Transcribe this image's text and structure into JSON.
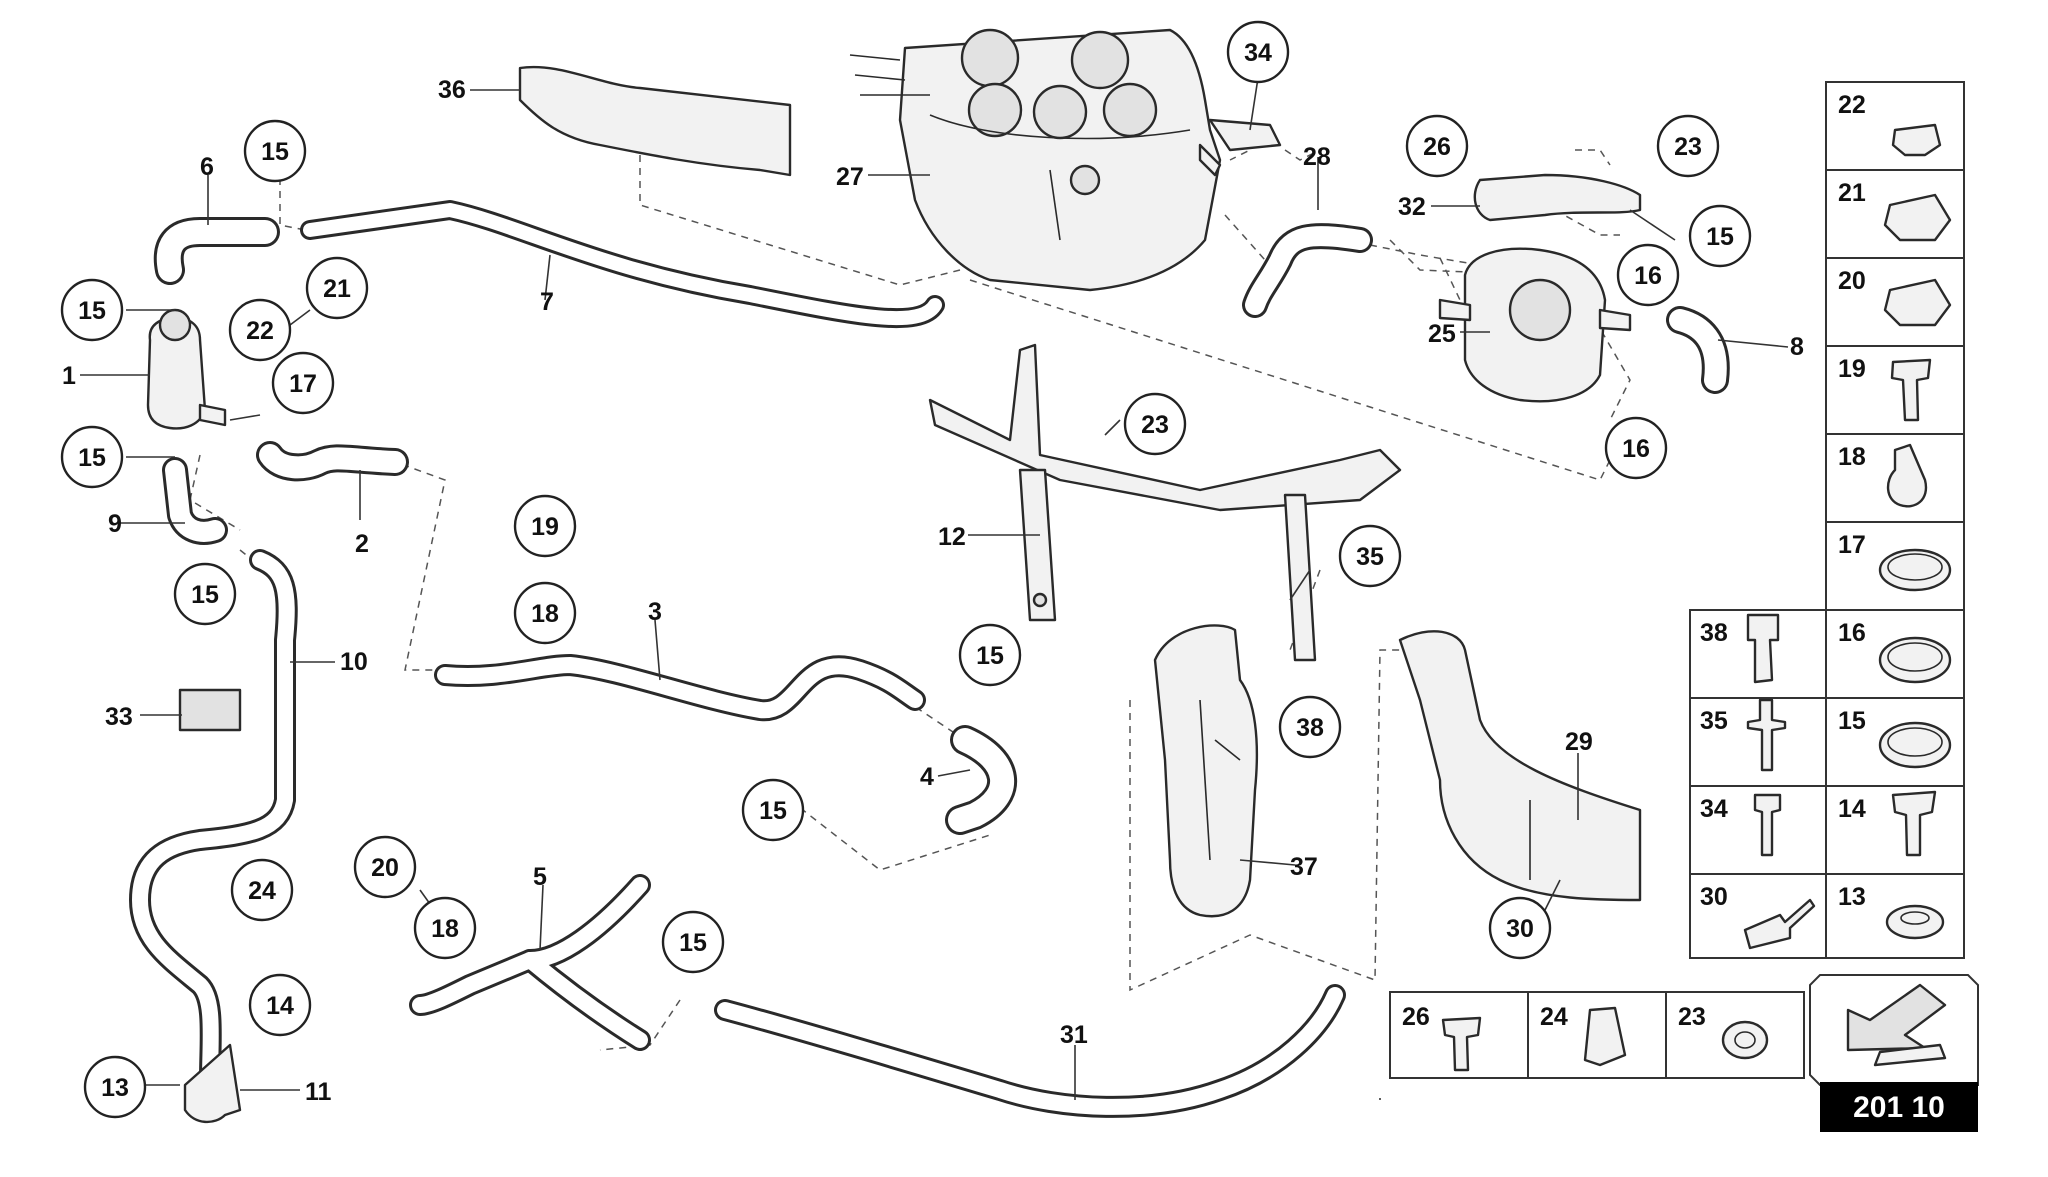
{
  "labels": {
    "l36": "36",
    "l27": "27",
    "l34": "34",
    "l28": "28",
    "l26": "26",
    "l23": "23",
    "l32": "32",
    "l15": "15",
    "l16": "16",
    "l25": "25",
    "l8": "8",
    "l6": "6",
    "l7": "7",
    "l21": "21",
    "l22": "22",
    "l1": "1",
    "l17": "17",
    "l2": "2",
    "l9": "9",
    "l10": "10",
    "l33": "33",
    "l24": "24",
    "l14": "14",
    "l13": "13",
    "l11": "11",
    "l12": "12",
    "l3": "3",
    "l19": "19",
    "l18": "18",
    "l4": "4",
    "l5": "5",
    "l20": "20",
    "l31": "31",
    "l35": "35",
    "l38": "38",
    "l37": "37",
    "l29": "29",
    "l30": "30"
  },
  "legend": {
    "right_column": [
      {
        "left": "22",
        "right": null
      },
      {
        "left": "21",
        "right": null
      },
      {
        "left": "20",
        "right": null
      },
      {
        "left": "19",
        "right": null
      },
      {
        "left": "18",
        "right": null
      },
      {
        "left": "17",
        "right": null
      },
      {
        "left": "38",
        "right": "16"
      },
      {
        "left": "35",
        "right": "15"
      },
      {
        "left": "34",
        "right": "14"
      },
      {
        "left": "30",
        "right": "13"
      }
    ],
    "bottom_row": [
      "26",
      "24",
      "23"
    ]
  },
  "reference": {
    "code": "201 10"
  }
}
